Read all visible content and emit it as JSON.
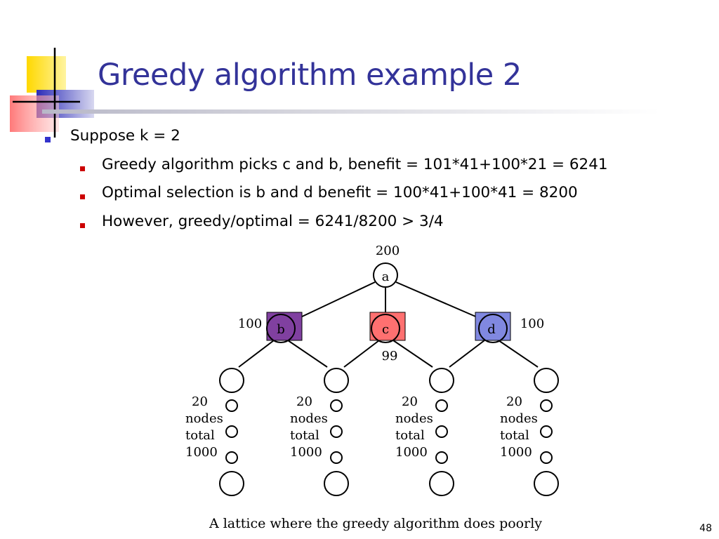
{
  "slide": {
    "title": "Greedy algorithm example 2",
    "page_number": "48"
  },
  "bullets": {
    "main": "Suppose k = 2",
    "sub": [
      "Greedy algorithm picks c and b, benefit = 101*41+100*21 = 6241",
      "Optimal selection is b and d benefit = 100*41+100*41 = 8200",
      "However, greedy/optimal = 6241/8200 > 3/4"
    ]
  },
  "diagram": {
    "root": {
      "label": "a",
      "value": "200"
    },
    "level2": [
      {
        "label": "b",
        "value": "100",
        "color": "#8040a0"
      },
      {
        "label": "c",
        "value": "99",
        "color": "#ff7070"
      },
      {
        "label": "d",
        "value": "100",
        "color": "#8088e0"
      }
    ],
    "group_note": [
      "20",
      "nodes",
      "total",
      "1000"
    ],
    "caption": "A lattice where the greedy algorithm does poorly"
  },
  "colors": {
    "title": "#333399",
    "bullet_level1": "#3333cc",
    "bullet_level2": "#cc0000"
  }
}
